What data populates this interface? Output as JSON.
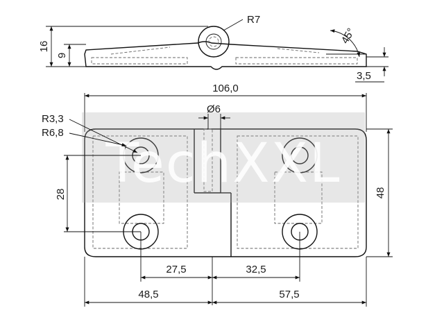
{
  "drawing": {
    "watermark": "TechXXL",
    "side_view": {
      "height_total": "16",
      "height_leaf": "9",
      "knuckle_radius": "R7",
      "chamfer_angle": "45°",
      "leaf_thickness": "3,5"
    },
    "top_view": {
      "overall_length": "106,0",
      "pin_diameter": "Ø6",
      "hole_radius": "R3,3",
      "boss_radius": "R6,8",
      "hole_spacing_vertical": "28",
      "overall_width": "48",
      "hole_offset_left": "27,5",
      "hole_offset_right": "32,5",
      "leaf_left": "48,5",
      "leaf_right": "57,5"
    }
  }
}
